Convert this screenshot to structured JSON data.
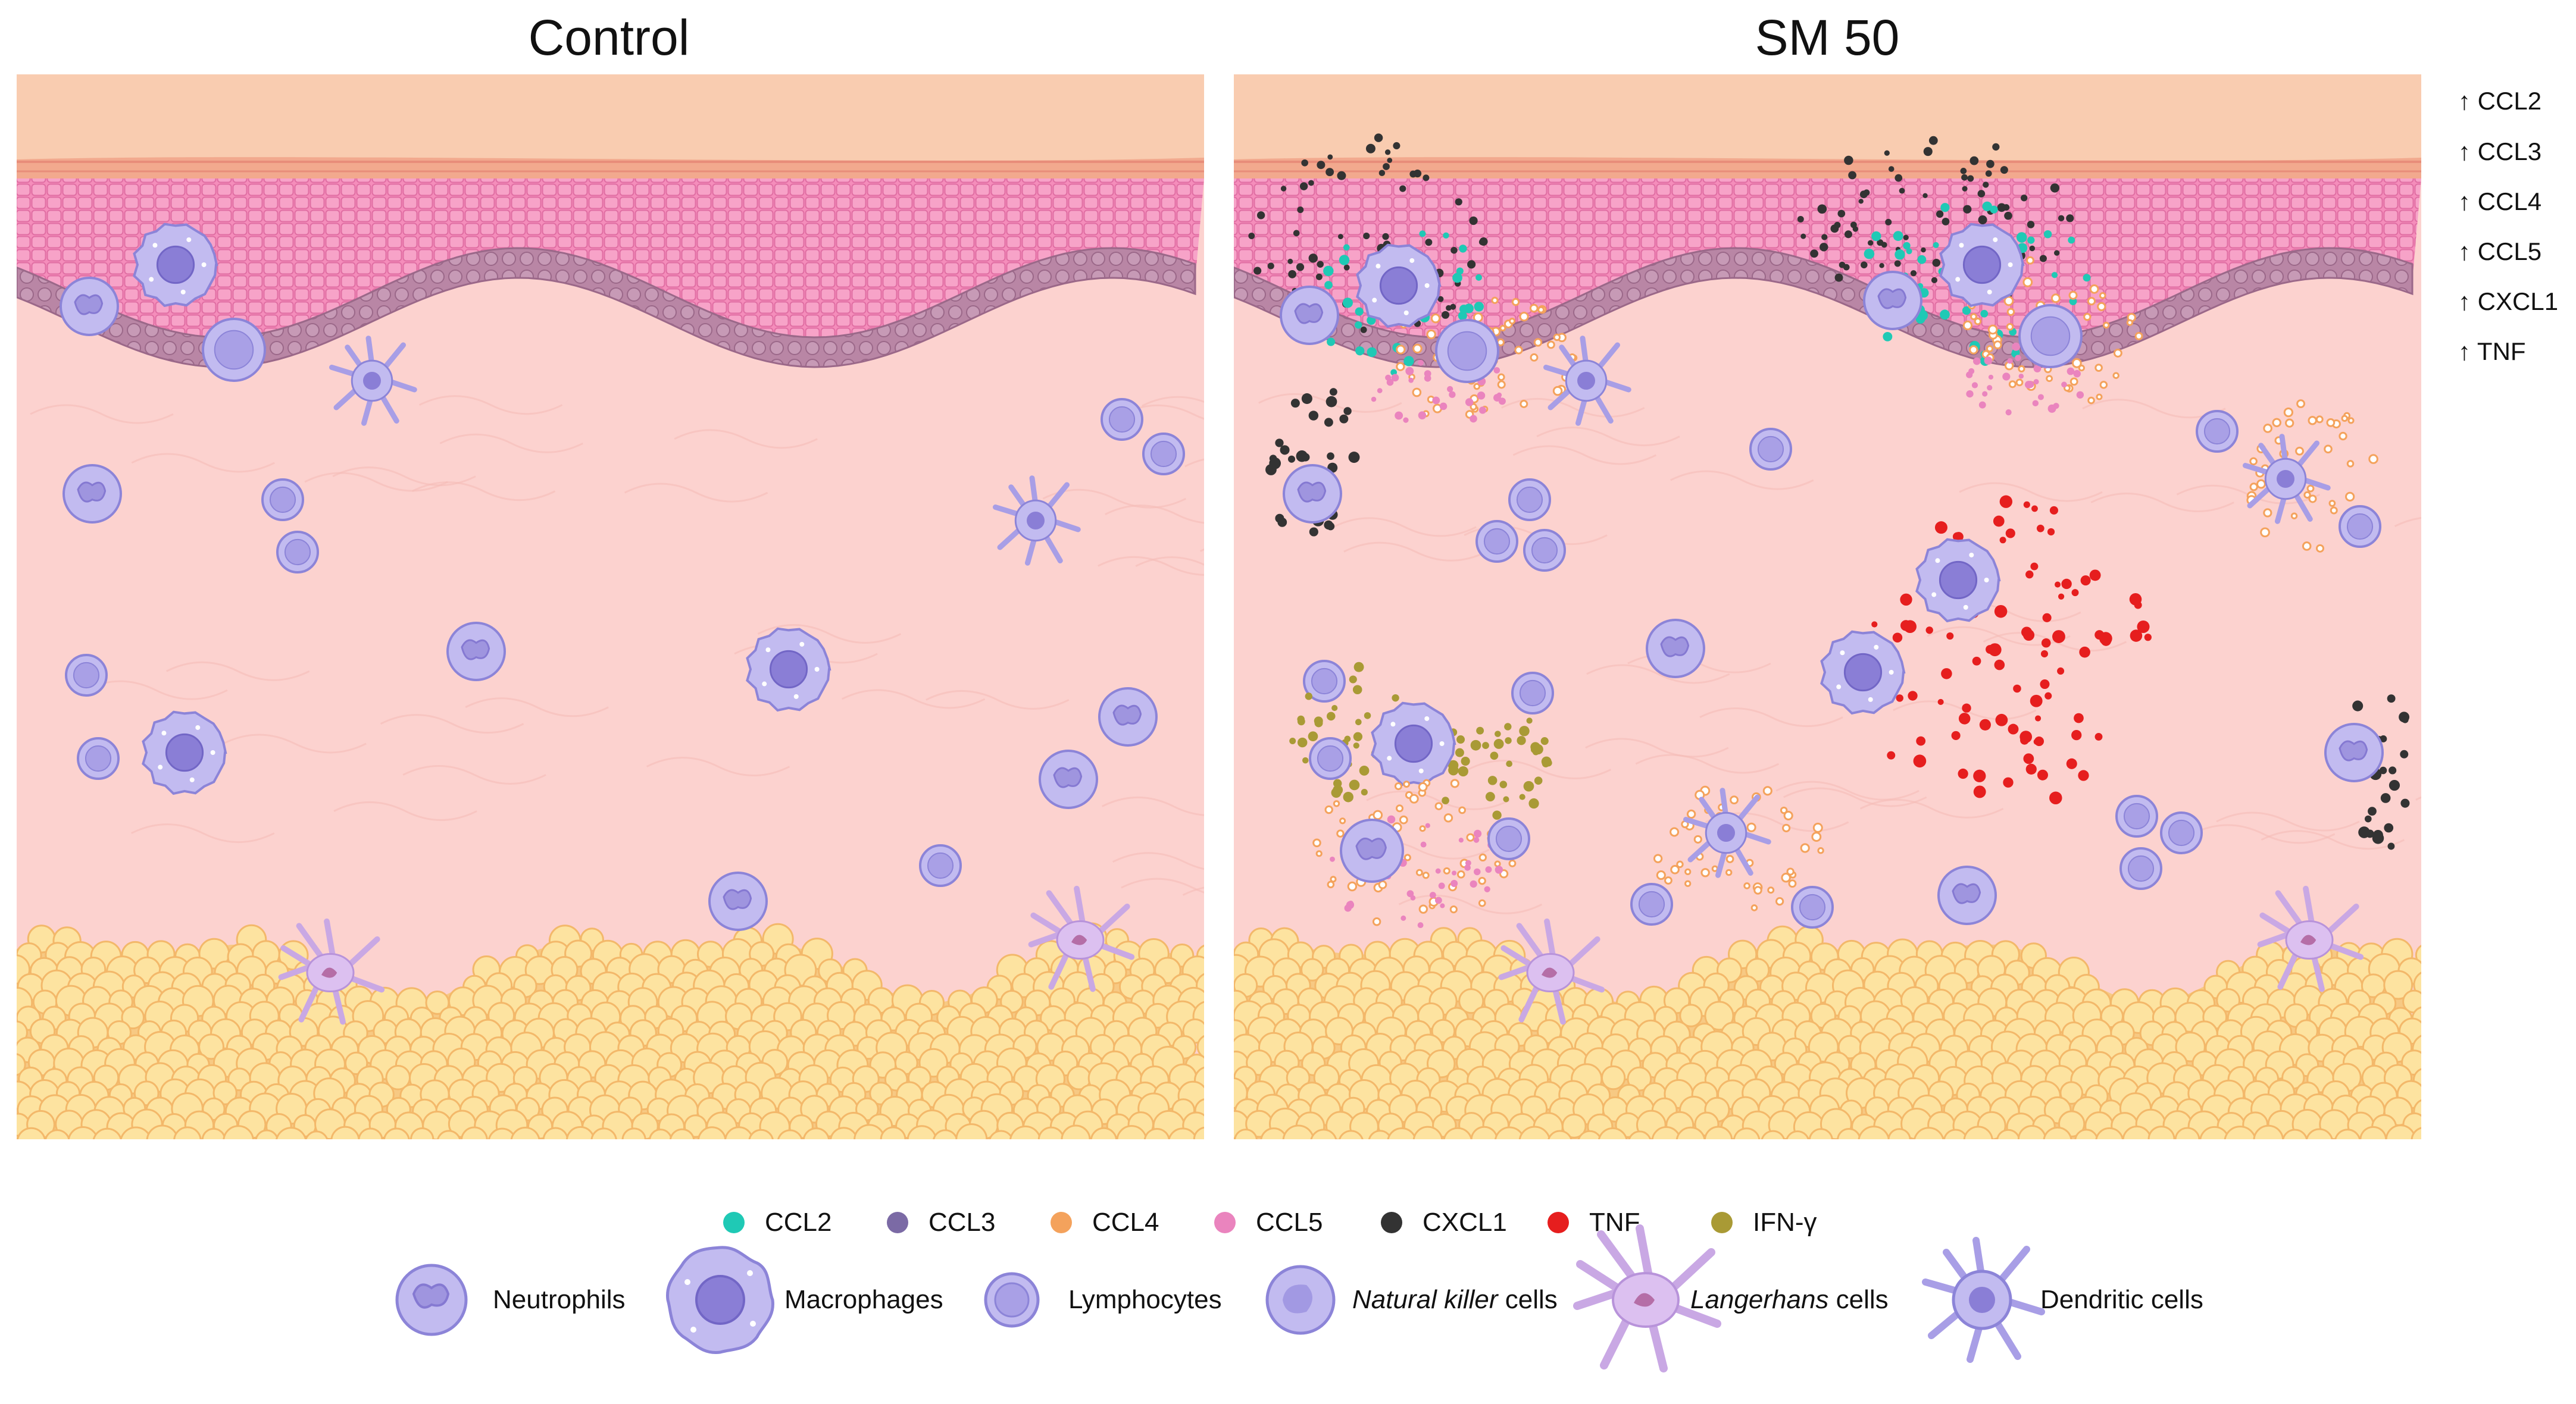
{
  "panels": {
    "left_title": "Control",
    "right_title": "SM 50"
  },
  "upregulated": {
    "arrow": "↑",
    "items": [
      "CCL2",
      "CCL3",
      "CCL4",
      "CCL5",
      "CXCL1",
      "TNF"
    ]
  },
  "legend": {
    "chemokines": [
      {
        "label": "CCL2",
        "color": "#1fc9b5"
      },
      {
        "label": "CCL3",
        "color": "#7b6aa5"
      },
      {
        "label": "CCL4",
        "color": "#f4a25c"
      },
      {
        "label": "CCL5",
        "color": "#ea84be"
      },
      {
        "label": "CXCL1",
        "color": "#333333"
      },
      {
        "label": "TNF",
        "color": "#e61e1e"
      },
      {
        "label": "IFN-γ",
        "color": "#a99a35"
      }
    ],
    "cells": {
      "neutrophils": "Neutrophils",
      "macrophages": "Macrophages",
      "lymphocytes": "Lymphocytes",
      "nk_italic": "Natural killer",
      "nk_rest": " cells",
      "langerhans_italic": "Langerhans",
      "langerhans_rest": " cells",
      "dendritic": "Dendritic cells"
    }
  },
  "colors": {
    "stratum_corneum": "#f9ccb0",
    "epidermis": "#f58dbb",
    "basal_layer": "#b986a5",
    "dermis": "#fcd2cf",
    "fat": "#fde3a0",
    "fat_outline": "#f3b86a",
    "cell_fill": "#c2bbf0",
    "cell_stroke": "#8c84d8",
    "cell_nucleus": "#8a7ed6"
  }
}
